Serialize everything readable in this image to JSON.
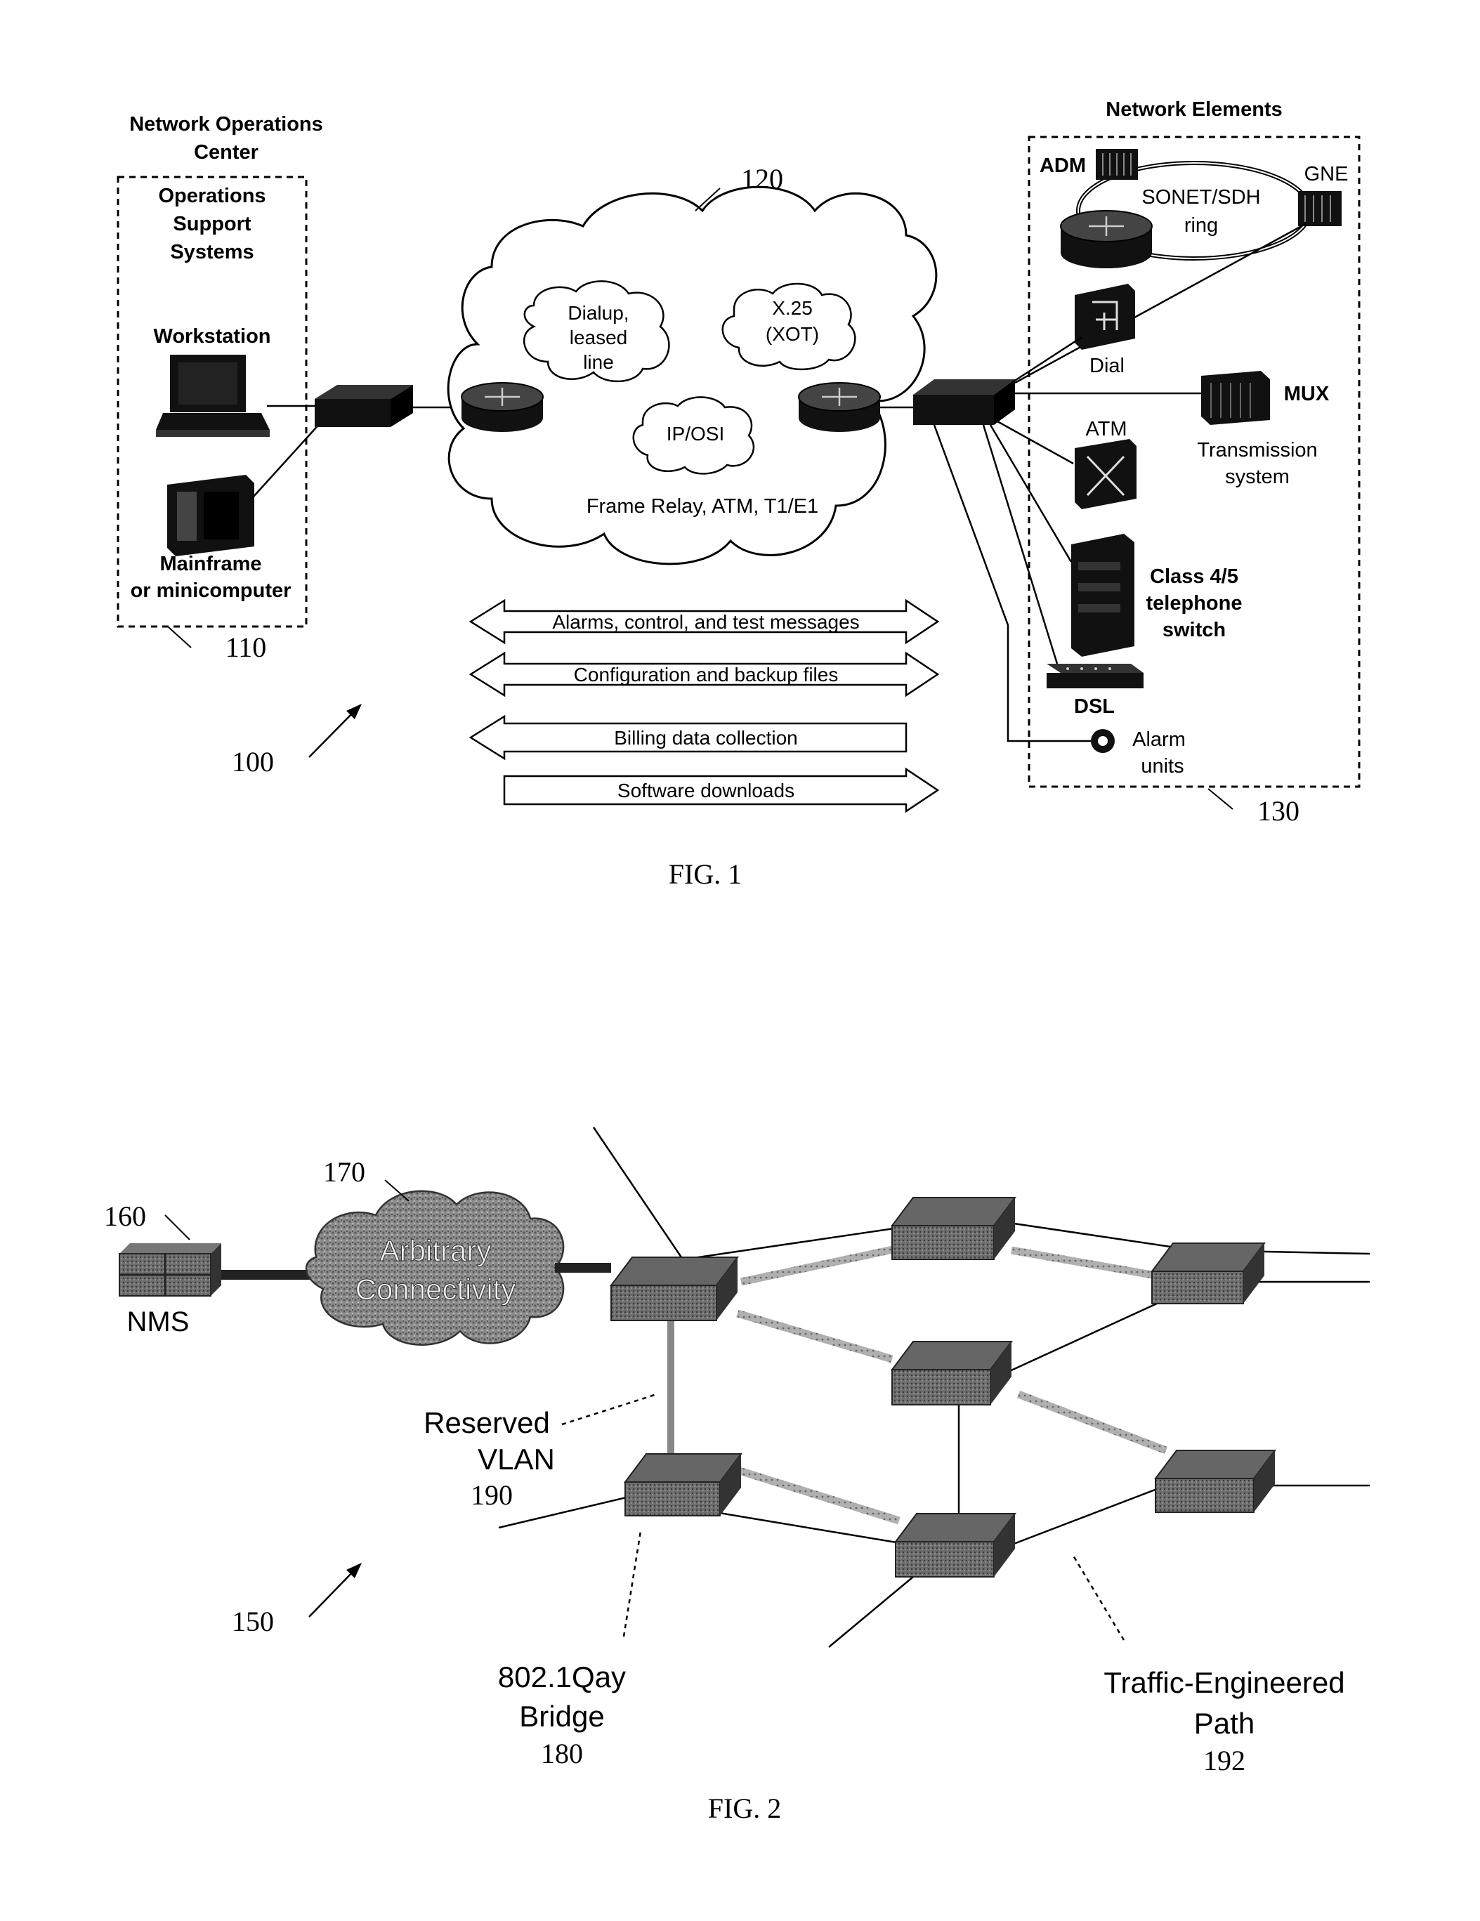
{
  "fig1": {
    "caption": "FIG. 1",
    "ref_system": "100",
    "ref_noc": "110",
    "ref_network": "120",
    "ref_elements": "130",
    "noc_title_1": "Network Operations",
    "noc_title_2": "Center",
    "oss_1": "Operations",
    "oss_2": "Support",
    "oss_3": "Systems",
    "workstation": "Workstation",
    "mainframe_1": "Mainframe",
    "mainframe_2": "or minicomputer",
    "subcloud_dialup_1": "Dialup,",
    "subcloud_dialup_2": "leased",
    "subcloud_dialup_3": "line",
    "subcloud_x25_1": "X.25",
    "subcloud_x25_2": "(XOT)",
    "subcloud_ip": "IP/OSI",
    "cloud_label": "Frame Relay, ATM, T1/E1",
    "arrows": [
      "Alarms, control, and test messages",
      "Configuration and backup files",
      "Billing data collection",
      "Software downloads"
    ],
    "ne_title": "Network Elements",
    "adm": "ADM",
    "gne": "GNE",
    "sonet_1": "SONET/SDH",
    "sonet_2": "ring",
    "dial": "Dial",
    "mux": "MUX",
    "transmission_1": "Transmission",
    "transmission_2": "system",
    "atm": "ATM",
    "class45_1": "Class 4/5",
    "class45_2": "telephone",
    "class45_3": "switch",
    "dsl": "DSL",
    "alarm_1": "Alarm",
    "alarm_2": "units"
  },
  "fig2": {
    "caption": "FIG. 2",
    "ref_system": "150",
    "ref_nms": "160",
    "nms": "NMS",
    "ref_cloud": "170",
    "cloud_1": "Arbitrary",
    "cloud_2": "Connectivity",
    "reserved_1": "Reserved",
    "reserved_2": "VLAN",
    "ref_reserved": "190",
    "bridge_1": "802.1Qay",
    "bridge_2": "Bridge",
    "ref_bridge": "180",
    "te_1": "Traffic-Engineered",
    "te_2": "Path",
    "ref_te": "192"
  },
  "colors": {
    "ink": "#000000",
    "device": "#1a1a1a",
    "switch_grey": "#4a4a4a",
    "cloud_grey": "#8a8a8a",
    "te_path": "#9a9a9a"
  }
}
